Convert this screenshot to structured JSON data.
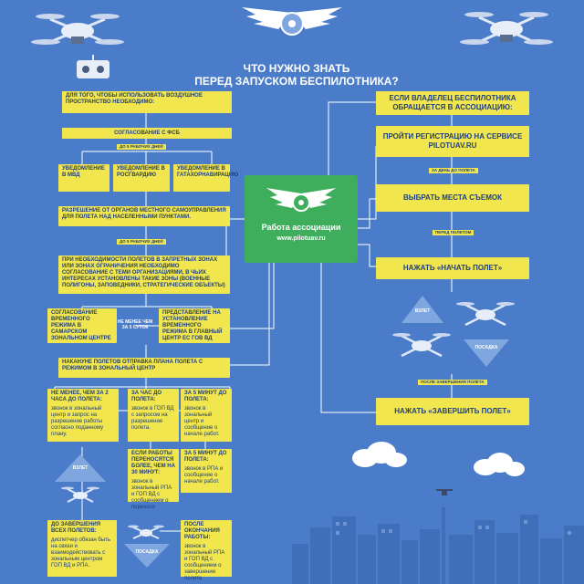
{
  "title": {
    "line1": "ЧТО НУЖНО ЗНАТЬ",
    "line2": "ПЕРЕД ЗАПУСКОМ БЕСПИЛОТНИКА?"
  },
  "center": {
    "name": "Работа ассоциации",
    "url": "www.pilotuav.ru"
  },
  "left": {
    "intro": "Для того, чтобы использовать воздушное пространство необходимо:",
    "fsb": "Согласование с ФСБ",
    "days5a": "до 5 рабочих дней",
    "notify1": {
      "title": "Уведомление в МВД"
    },
    "notify2": {
      "title": "Уведомление в Росгвардию"
    },
    "notify3": {
      "title": "Уведомление в Гатахорнавирацию"
    },
    "local": "Разрешение от органов местного самоуправления для полета над населенными пунктами.",
    "days5b": "до 5 рабочих дней",
    "zones": "При необходимости полетов в запретных зонах или зонах ограничения необходимо согласование с теми организациями, в чьих интересах установлены такие зоны (военные полигоны, заповедники, стратегические объекты)",
    "samara": "Согласование временного режима в Самарском зональном центре",
    "nomore": "не менее чем за 5 суток",
    "present": "Представление на установление временного режима в главный центр ЕС ГОВ ВД",
    "plan": "Накануне полетов отправка плана полета с режимом в зональный центр",
    "s1": {
      "title": "Не менее, чем за 2 часа до полета:",
      "text": "звонок в зональный центр и запрос на разрешение работы согласно поданному плану."
    },
    "s2": {
      "title": "За час до полета:",
      "text": "звонок в ГОП ВД с запросом на разрешение полета."
    },
    "s3": {
      "title": "За 5 минут до полета:",
      "text": "звонок в зональный центр и сообщение о начале работ."
    },
    "s4": {
      "title": "Если работы переносятся более, чем на 30 минут:",
      "text": "звонок в зональный РПА и ГОП ВД с сообщением о переносе"
    },
    "s5": {
      "title": "За 5 минут до полета:",
      "text": "звонок в РПА и сообщение о начале работ."
    },
    "takeoff": "ВЗЛЕТ",
    "landing": "ПОСАДКА",
    "after": {
      "title": "До завершения всех полетов:",
      "text": "диспетчер обязан быть на связи и взаимодействовать с зональным центром ГОП ВД и РПА."
    },
    "afterend": {
      "title": "После окончания работы:",
      "text": "звонок в зональный РПА и ГОП ВД с сообщением о завершении полета"
    }
  },
  "right": {
    "owner": "Если владелец беспилотника обращается в ассоциацию:",
    "register": "Пройти регистрацию на сервисе PILOTUAV.RU",
    "day": "за день до полета",
    "places": "Выбрать места съемок",
    "before": "перед полетом",
    "start": "Нажать «Начать полет»",
    "takeoff": "ВЗЛЕТ",
    "landing": "ПОСАДКА",
    "afterflight": "после завершения полета",
    "finish": "Нажать «Завершить полет»"
  },
  "colors": {
    "bg": "#4a7cc9",
    "box": "#f2e64e",
    "center": "#3fae5c",
    "line": "#ffffff"
  }
}
